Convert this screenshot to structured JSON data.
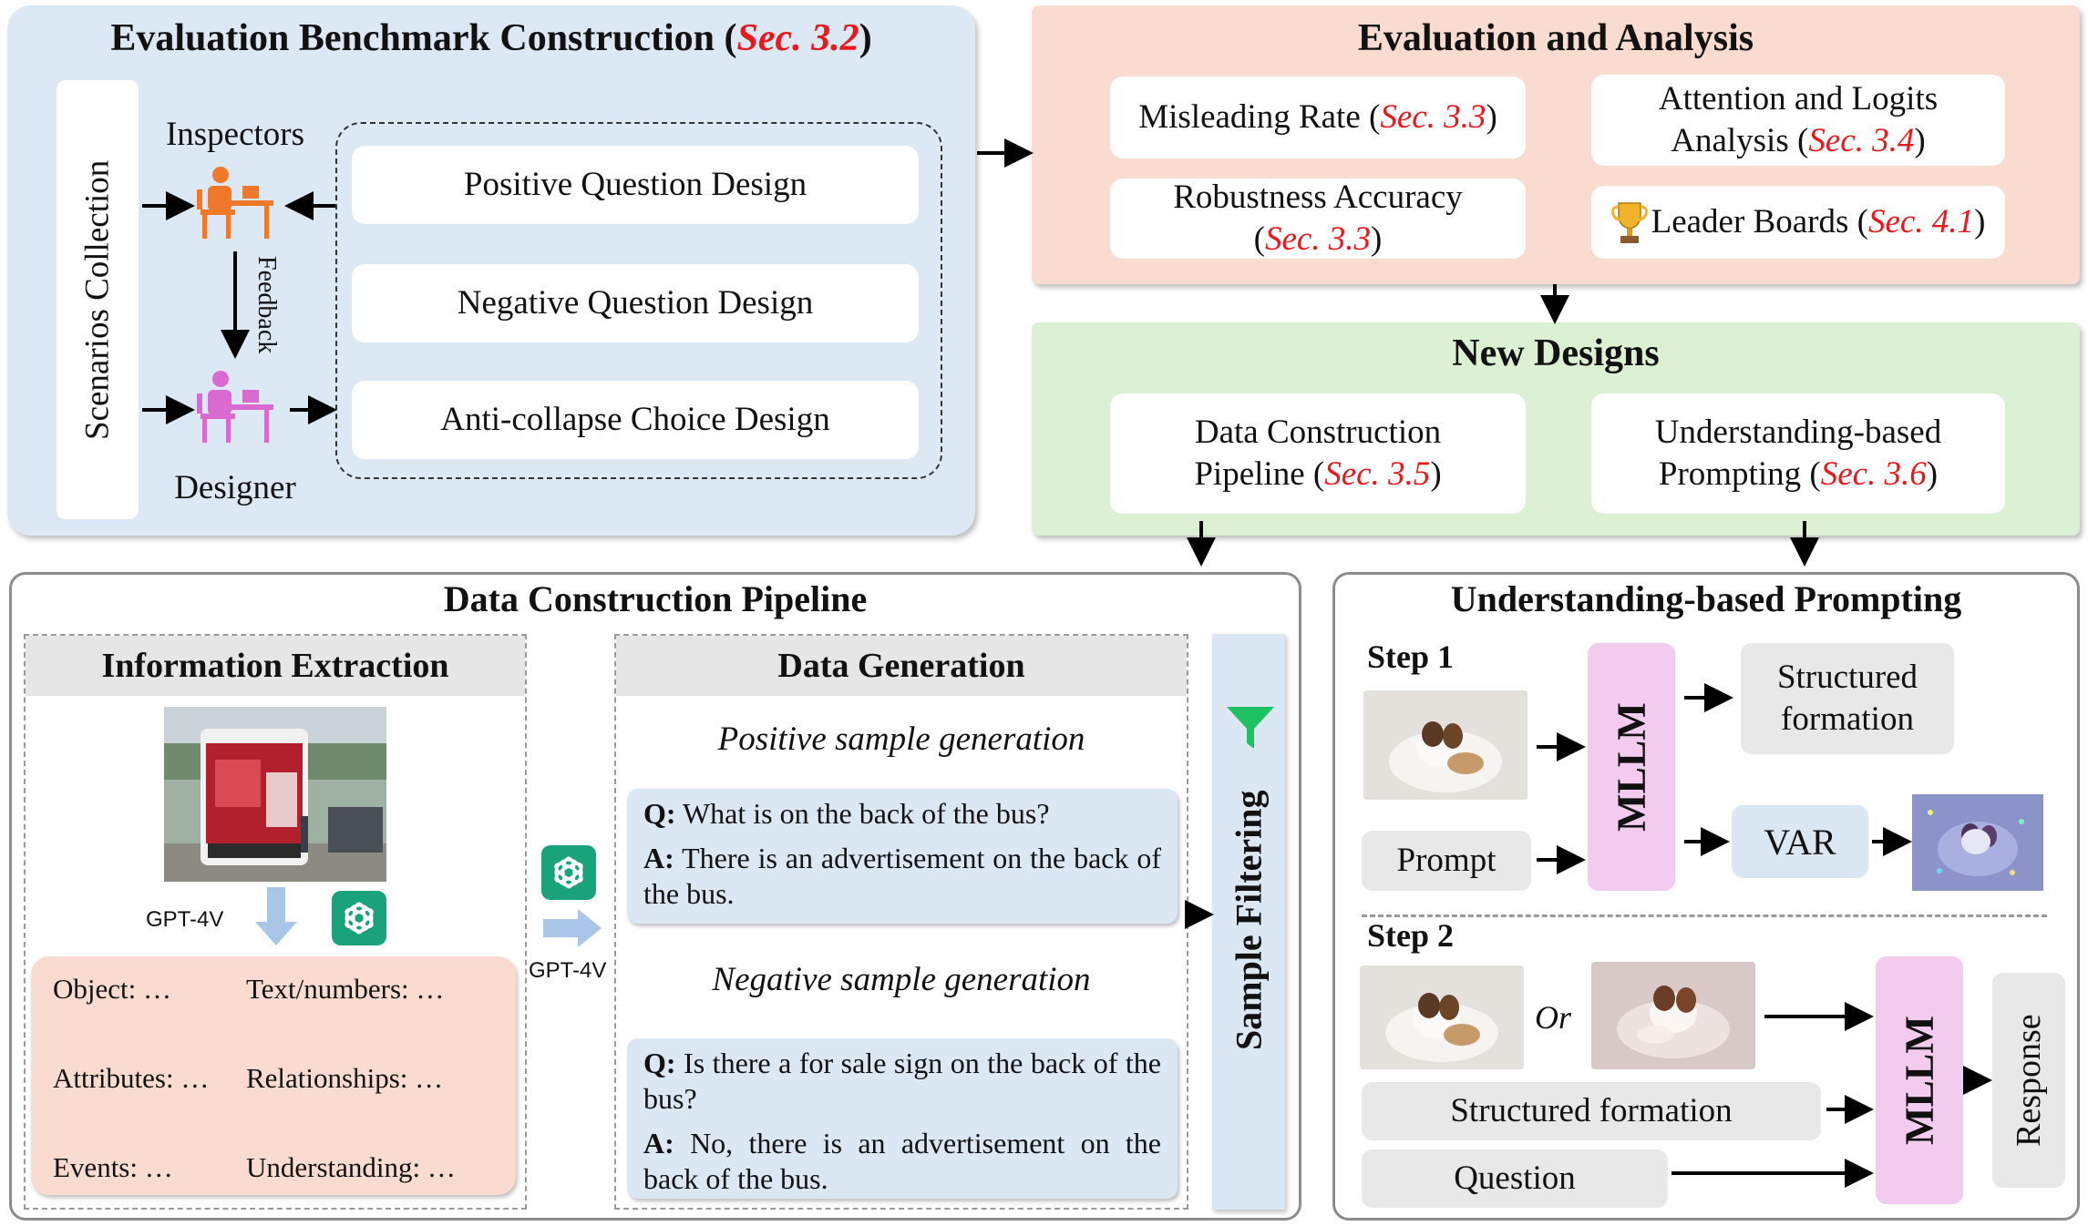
{
  "bench": {
    "title": "Evaluation Benchmark Construction (",
    "title_ref": "Sec. 3.2",
    "title_end": ")",
    "scenarios": "Scenarios Collection",
    "inspectors": "Inspectors",
    "designer": "Designer",
    "feedback": "Feedback",
    "designs": [
      "Positive Question Design",
      "Negative Question Design",
      "Anti-collapse Choice Design"
    ]
  },
  "evaluation": {
    "title": "Evaluation and Analysis",
    "items": [
      {
        "text": "Misleading Rate (",
        "ref": "Sec. 3.3",
        "end": ")"
      },
      {
        "text": "Attention and Logits Analysis (",
        "ref": "Sec. 3.4",
        "end": ")"
      },
      {
        "text": "Robustness Accuracy (",
        "ref": "Sec. 3.3",
        "end": ")"
      },
      {
        "text": "Leader Boards (",
        "ref": "Sec. 4.1",
        "end": ")"
      }
    ]
  },
  "new_designs": {
    "title": "New Designs",
    "items": [
      {
        "text": "Data Construction Pipeline (",
        "ref": "Sec. 3.5",
        "end": ")"
      },
      {
        "text": "Understanding-based Prompting (",
        "ref": "Sec. 3.6",
        "end": ")"
      }
    ]
  },
  "pipeline": {
    "title": "Data Construction Pipeline",
    "extraction_title": "Information Extraction",
    "gpt_label": "GPT-4V",
    "gpt_label2": "GPT-4V",
    "fields": [
      "Object: …",
      "Text/numbers: …",
      "Attributes: …",
      "Relationships: …",
      "Events: …",
      "Understanding: …"
    ],
    "generation_title": "Data Generation",
    "positive_title": "Positive sample generation",
    "negative_title": "Negative sample generation",
    "q_label": "Q:",
    "a_label": "A:",
    "pos_q": "What is on the back of the bus?",
    "pos_a": "There is an advertisement on the back of the bus.",
    "neg_q": "Is there a for sale sign on the back of the bus?",
    "neg_a": "No, there is an advertisement on the back of the bus.",
    "filtering": "Sample Filtering"
  },
  "prompting": {
    "title": "Understanding-based Prompting",
    "step1": "Step 1",
    "step2": "Step 2",
    "mllm": "MLLM",
    "structured": "Structured formation",
    "var": "VAR",
    "prompt": "Prompt",
    "or": "Or",
    "structured2": "Structured formation",
    "question": "Question",
    "response": "Response"
  },
  "colors": {
    "red_ref": "#e8191c",
    "blue_panel": "#dce9f5",
    "orange_panel": "#f9dccf",
    "green_panel": "#dcf0d3",
    "inspector_icon": "#f0782a",
    "designer_icon": "#d86ad0",
    "chatgpt_icon": "#1aa37a"
  },
  "icons": [
    "inspector-person-icon",
    "designer-person-icon",
    "trophy-icon",
    "chatgpt-icon",
    "filter-funnel-icon"
  ]
}
